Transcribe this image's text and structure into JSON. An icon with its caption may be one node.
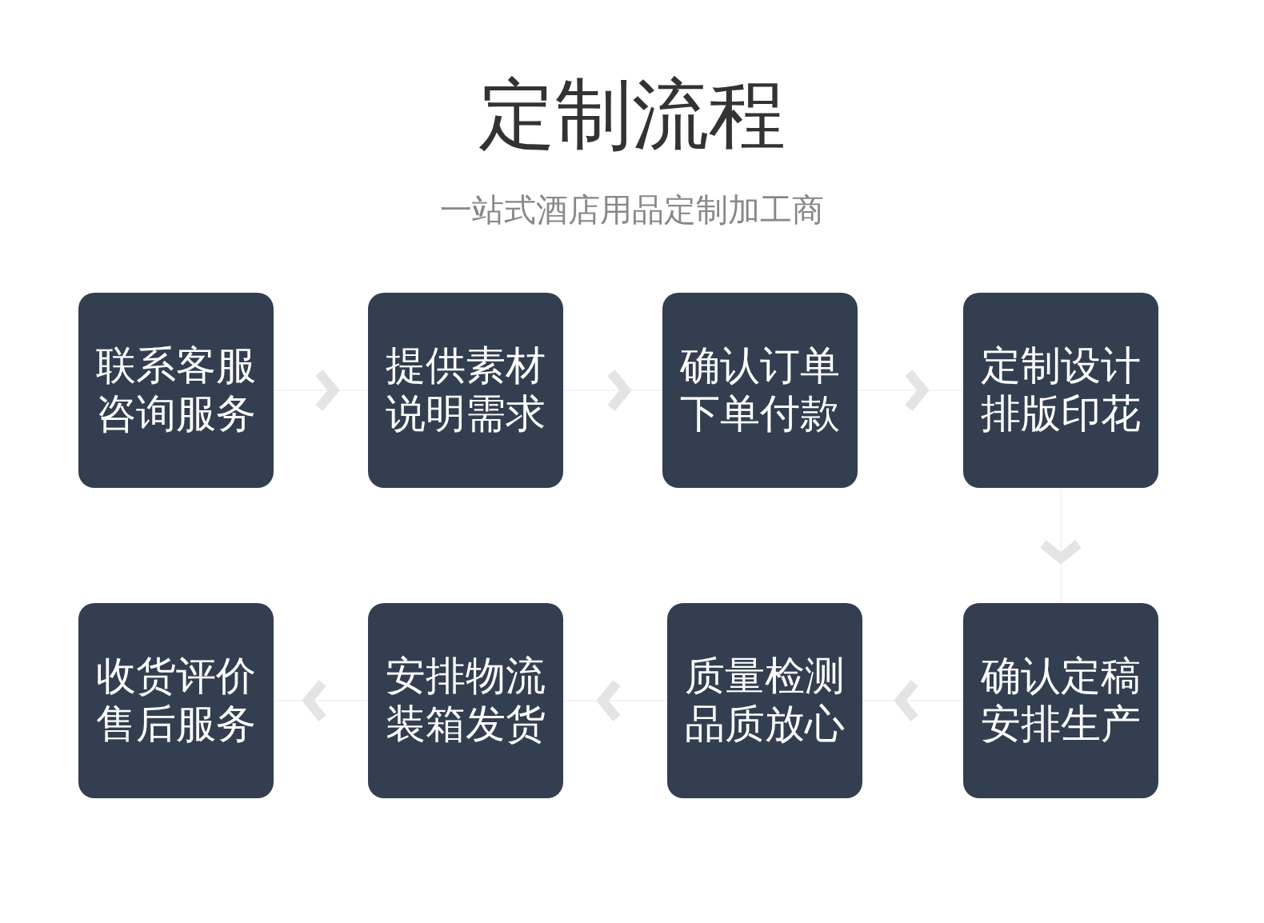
{
  "diagram": {
    "title": "定制流程",
    "caption": "一站式酒店用品定制加工商",
    "nodes": [
      {
        "text": [
          "联系客服咨询服务"
        ]
      },
      {
        "text": [
          "提供素材说明需求"
        ]
      },
      {
        "text": [
          "确认订单下单付款"
        ]
      },
      {
        "text": [
          "定制设计排版印花"
        ]
      },
      {
        "text": [
          "收货评价售后服务"
        ]
      },
      {
        "text": [
          "安排物流装箱发货"
        ]
      },
      {
        "text": [
          "质量检测品质放心"
        ]
      },
      {
        "text": [
          "确认定稿安排生产"
        ]
      }
    ],
    "edges": [
      {
        "from": 0,
        "to": 1,
        "arrow": "to"
      },
      {
        "from": 1,
        "to": 2,
        "arrow": "to"
      },
      {
        "from": 2,
        "to": 3,
        "arrow": "to"
      },
      {
        "from": 3,
        "to": 7,
        "arrow": "to"
      },
      {
        "from": 7,
        "to": 6,
        "arrow": "to"
      },
      {
        "from": 6,
        "to": 5,
        "arrow": "to"
      },
      {
        "from": 5,
        "to": 4,
        "arrow": "to"
      }
    ]
  }
}
